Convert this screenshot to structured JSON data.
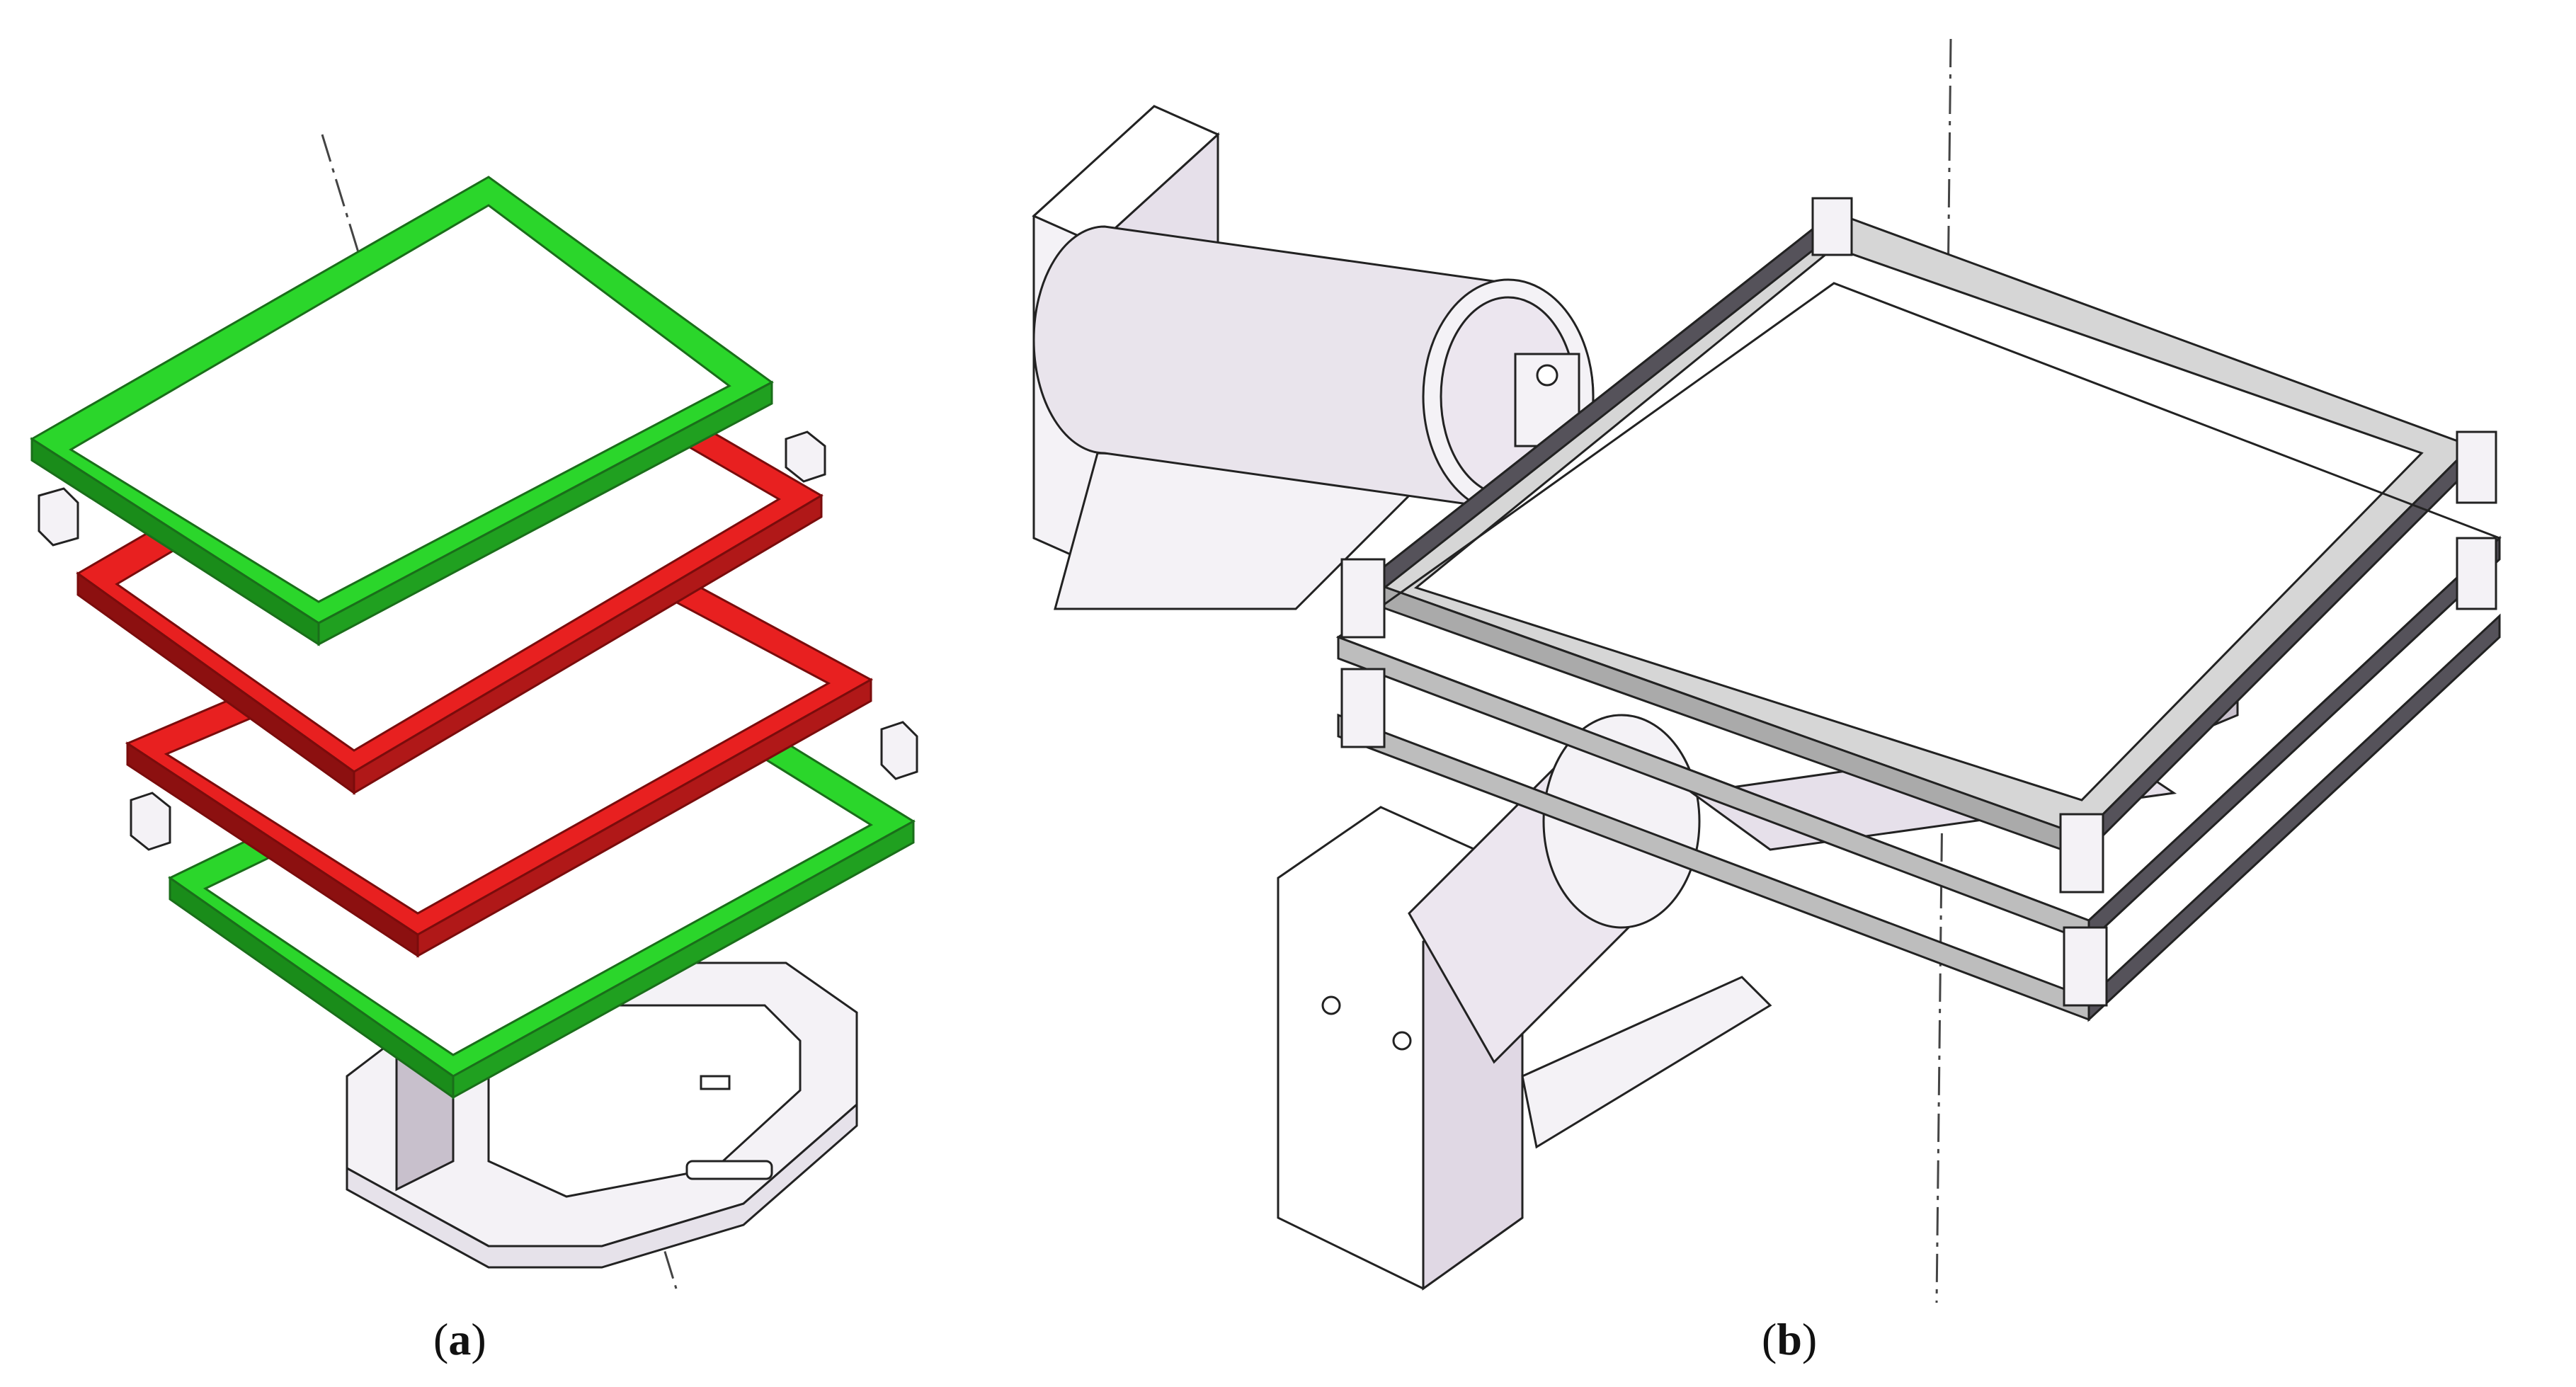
{
  "figure": {
    "panels": [
      {
        "id": "a",
        "caption_open": "(",
        "caption_letter": "a",
        "caption_close": ")"
      },
      {
        "id": "b",
        "caption_open": "(",
        "caption_letter": "b",
        "caption_close": ")"
      }
    ]
  },
  "colors": {
    "green_frame": "#2bd62b",
    "green_dark": "#1a8c1a",
    "red_frame": "#e82020",
    "red_dark": "#8c1010",
    "grey_frame": "#d6d6d6",
    "grey_dark": "#55525a",
    "body_white": "#f4f2f6",
    "body_shade": "#c8c0cc",
    "outline": "#222222"
  }
}
